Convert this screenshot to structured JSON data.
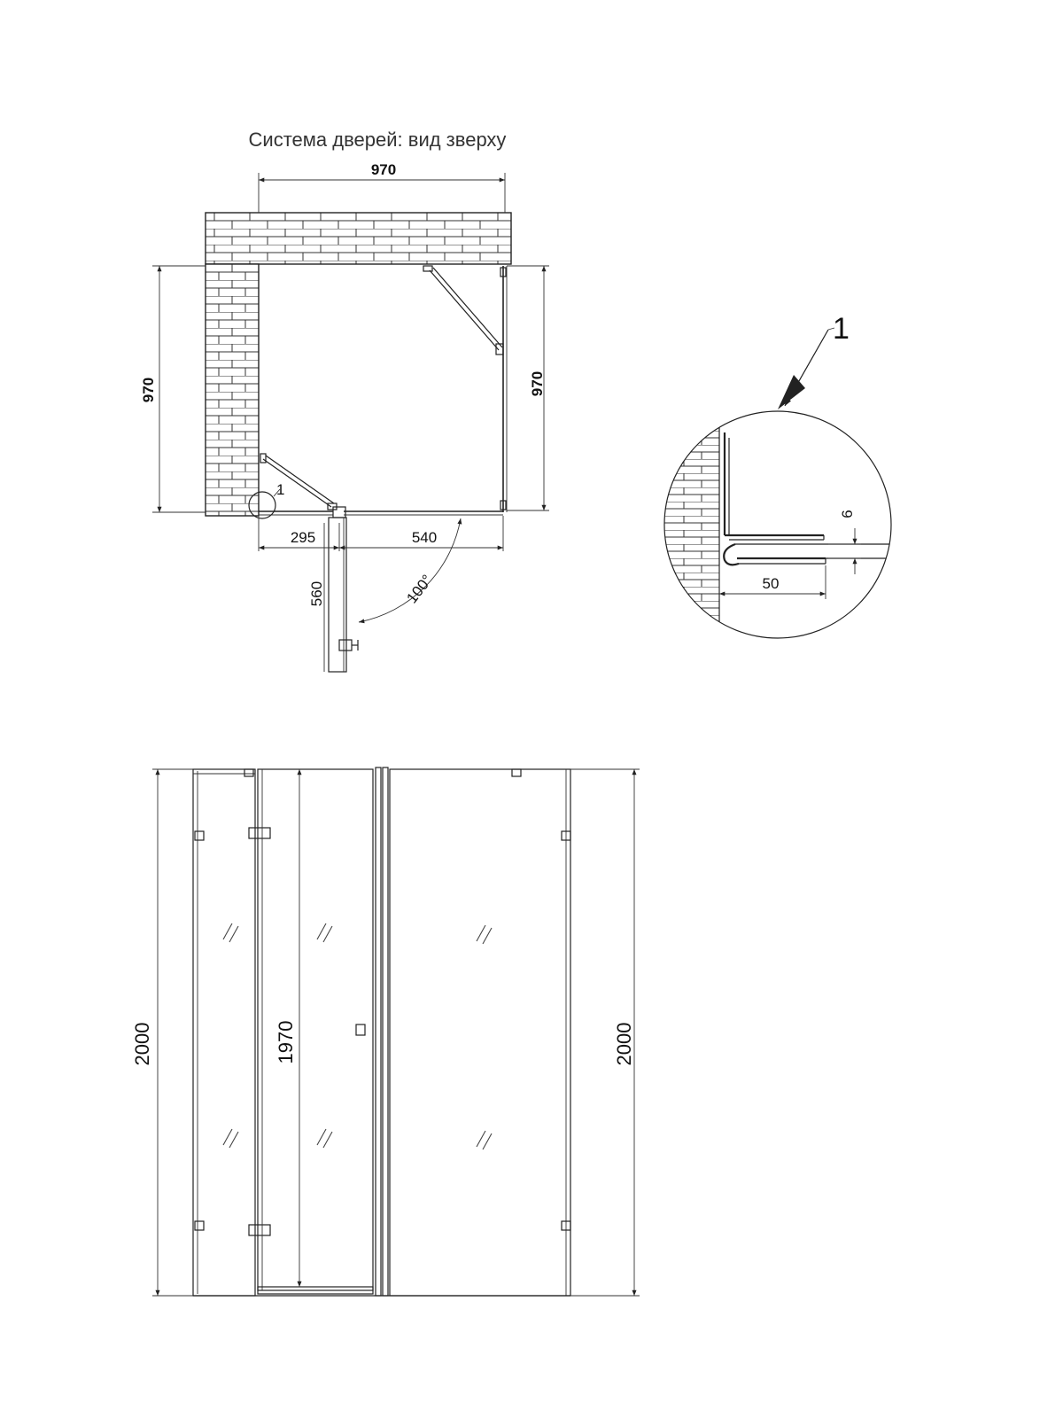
{
  "title": "Система дверей: вид зверху",
  "top_view": {
    "width_top": "970",
    "depth_left": "970",
    "depth_right": "970",
    "fixed_panel_width": "295",
    "door_width": "540",
    "door_swing_length": "560",
    "door_angle": "100°",
    "detail_callout": "1"
  },
  "detail": {
    "callout": "1",
    "gap": "6",
    "offset": "50"
  },
  "front_view": {
    "height_left": "2000",
    "door_height": "1970",
    "height_right": "2000"
  }
}
